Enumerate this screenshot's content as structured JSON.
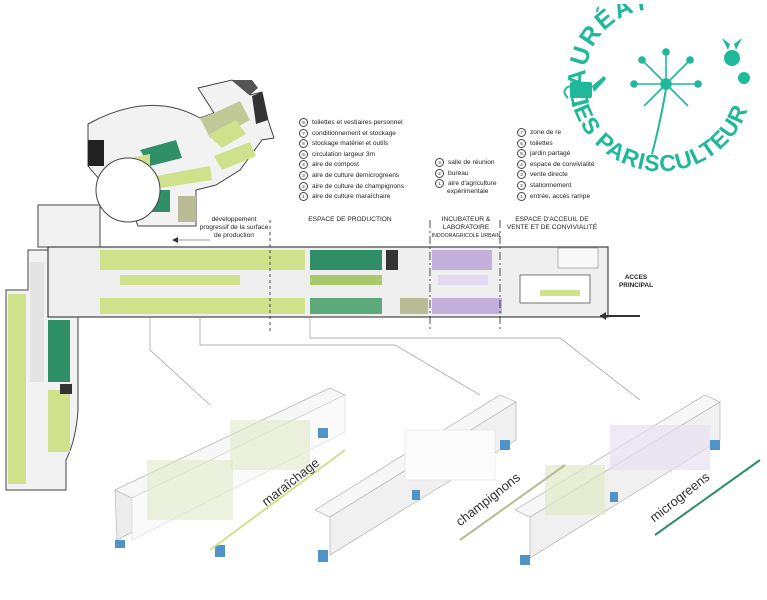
{
  "colors": {
    "green_light": "#cfe28b",
    "green_mid": "#a9c96a",
    "green_dark": "#2f8f67",
    "green_med": "#5caa7a",
    "khaki": "#b8bb94",
    "purple": "#c3b0dc",
    "grey_dark": "#333333",
    "badge_teal": "#1fb89a",
    "floor": "#e6e6e6",
    "blue": "#4f93c9"
  },
  "legend_a": {
    "items": [
      {
        "n": "8",
        "label": "toilettes et vestiaires personnel"
      },
      {
        "n": "7",
        "label": "conditionnement et stockage"
      },
      {
        "n": "6",
        "label": "stockage matériel et outils"
      },
      {
        "n": "5",
        "label": "circulation largeur 3m"
      },
      {
        "n": "4",
        "label": "aire de compost"
      },
      {
        "n": "3",
        "label": "aire de culture demicrogreens"
      },
      {
        "n": "2",
        "label": "aire de culture de champignons"
      },
      {
        "n": "1",
        "label": "aire de culture maraîchaire"
      }
    ]
  },
  "legend_b": {
    "items": [
      {
        "n": "3",
        "label": "salle de réunion"
      },
      {
        "n": "2",
        "label": "bureau"
      },
      {
        "n": "1",
        "label": "aire d'agriculture"
      },
      {
        "n": "",
        "label": "expérimentale"
      }
    ]
  },
  "legend_c": {
    "items": [
      {
        "n": "7",
        "label": "zone de re"
      },
      {
        "n": "6",
        "label": "toilettes"
      },
      {
        "n": "5",
        "label": "jardin partagé"
      },
      {
        "n": "4",
        "label": "espace de convivialité"
      },
      {
        "n": "3",
        "label": "vente directe"
      },
      {
        "n": "2",
        "label": "stationnement"
      },
      {
        "n": "1",
        "label": "entrée, accès rampe"
      }
    ]
  },
  "zones": {
    "dev": "développement progressif de la surface de production",
    "production": "ESPACE DE PRODUCTION",
    "incubateur": "INCUBATEUR & LABORATOIRE",
    "incubateur_sub": "INDOORAGRICOLE URBAIN",
    "accueil": "ESPACE D'ACCEUIL DE VENTE ET DE CONVIVIALITÉ",
    "acces": "ACCES PRINCIPAL"
  },
  "views": {
    "maraichage": "maraîchage",
    "champignons": "champignons",
    "microgreens": "microgreens"
  },
  "badge": {
    "top": "LAURÉAT",
    "bottom": "LES PARISCULTEURS"
  }
}
